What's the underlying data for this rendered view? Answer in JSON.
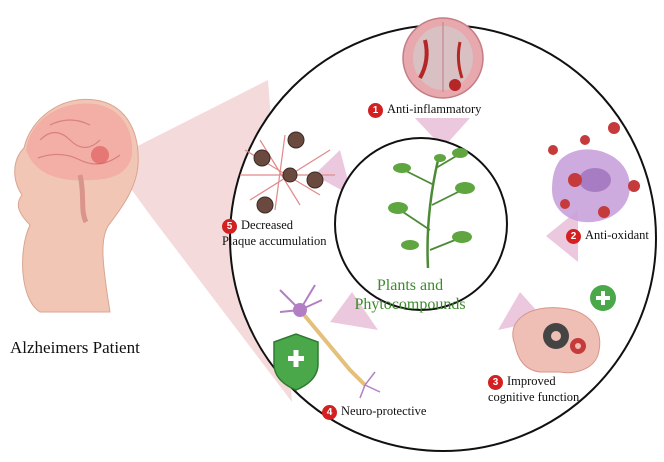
{
  "patient_label": "Alzheimers Patient",
  "center": {
    "line1": "Plants and",
    "line2": "Phytocompounds"
  },
  "effects": [
    {
      "number": "1",
      "label": "Anti-inflammatory"
    },
    {
      "number": "2",
      "label": "Anti-oxidant"
    },
    {
      "number": "3",
      "label_line1": "Improved",
      "label_line2": "cognitive function"
    },
    {
      "number": "4",
      "label": "Neuro-protective"
    },
    {
      "number": "5",
      "label_line1": "Decreased",
      "label_line2": "Plaque accumulation"
    }
  ],
  "colors": {
    "badge": "#d42020",
    "center_text": "#3d8a2c",
    "arrow": "#e8c6dc",
    "beam": "#f2d4d4",
    "shield": "#4aa84a"
  },
  "icons": [
    "head-profile-icon",
    "brain-section-icon",
    "oxidant-cell-icon",
    "brain-gears-icon",
    "neuron-icon",
    "shield-plus-icon",
    "plaque-icon",
    "plant-icon"
  ]
}
